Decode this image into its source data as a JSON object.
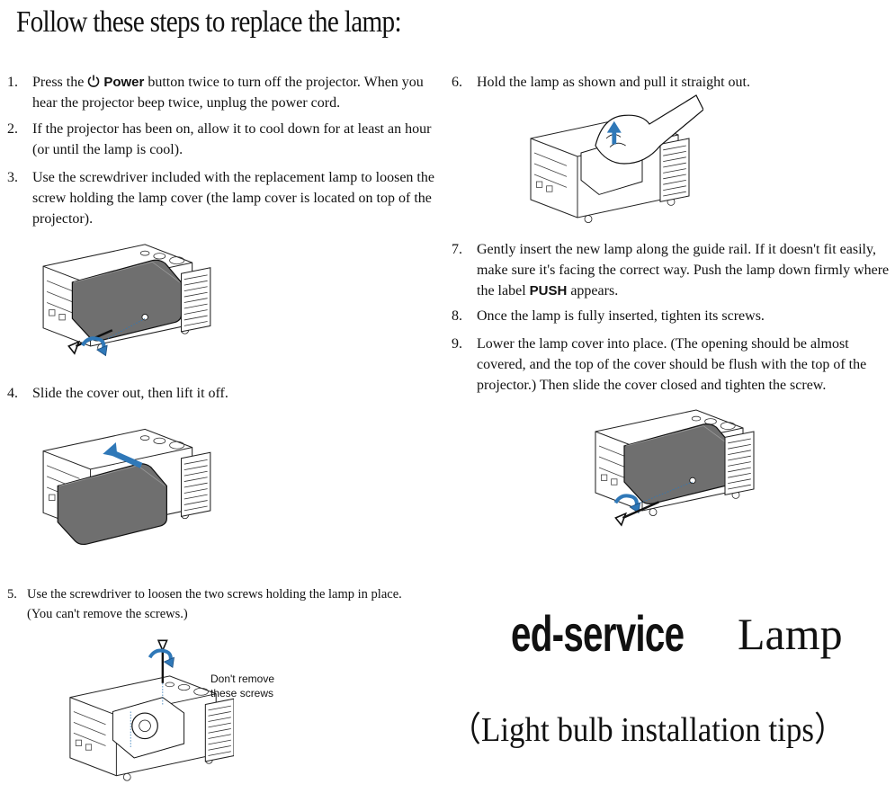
{
  "title": "Follow these steps to replace the lamp:",
  "steps": [
    {
      "num": "1.",
      "parts": [
        "Press the ",
        "Power",
        " button twice to turn off the projector. When you hear the projector beep twice, unplug the power cord."
      ]
    },
    {
      "num": "2.",
      "text": "If the projector has been on, allow it to cool down for at least an hour (or until the lamp is cool)."
    },
    {
      "num": "3.",
      "text": "Use the screwdriver included with the replacement lamp to loosen the screw holding the lamp cover (the lamp cover is located on top of the projector)."
    },
    {
      "num": "4.",
      "text": "Slide the cover out, then lift it off."
    },
    {
      "num": "5.",
      "text": "Use the screwdriver to loosen the two screws holding the lamp in place. (You can't remove the screws.)"
    },
    {
      "num": "6.",
      "text": "Hold the lamp as shown and pull it straight out."
    },
    {
      "num": "7.",
      "parts": [
        "Gently insert the new lamp along the guide rail. If it doesn't fit easily, make sure it's facing the correct way. Push the lamp down firmly where the label ",
        "PUSH",
        " appears."
      ]
    },
    {
      "num": "8.",
      "text": "Once the lamp is fully inserted, tighten its screws."
    },
    {
      "num": "9.",
      "text": "Lower the lamp cover into place. (The opening should be almost covered, and the top of the cover should be flush with the top of the projector.) Then slide the cover closed and tighten the screw."
    }
  ],
  "callout": "Don't remove\nthese screws",
  "brand": "ed-service",
  "lamp": "Lamp",
  "tips": "（Light bulb installation tips）",
  "colors": {
    "accent": "#2f78b8",
    "ink": "#111111"
  },
  "icons": {
    "power": "power-icon",
    "arrow": "curved-arrow-icon",
    "screwdriver": "screwdriver-icon"
  }
}
